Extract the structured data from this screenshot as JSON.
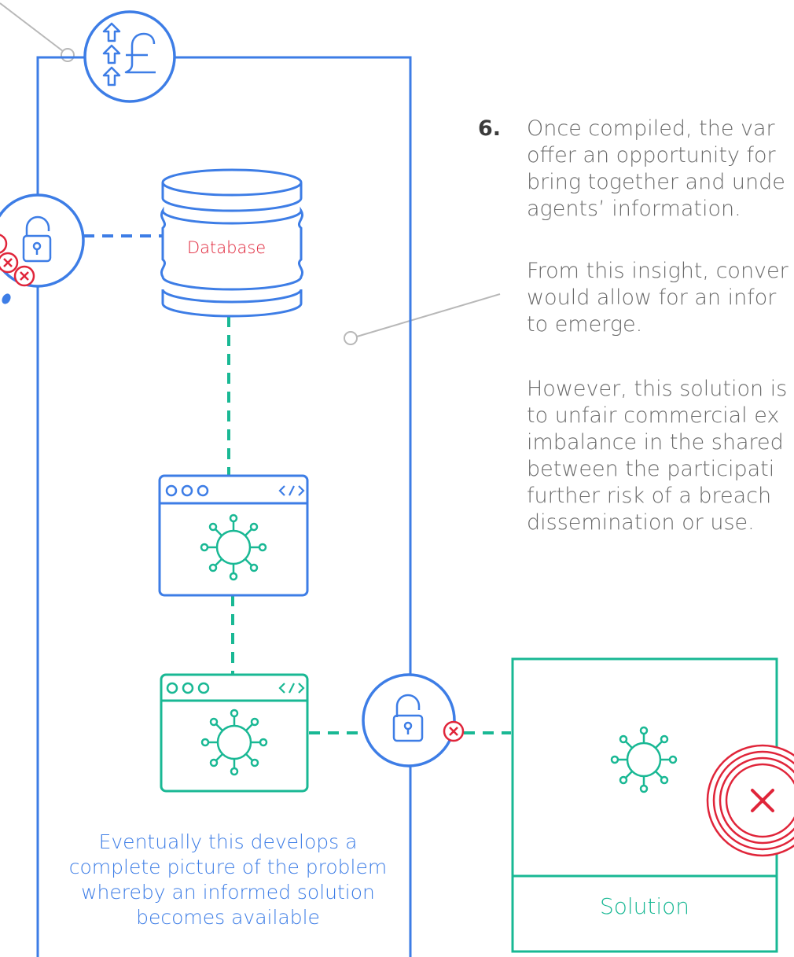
{
  "colors": {
    "blue": "#3d7de6",
    "green": "#19b894",
    "red": "#e0253a",
    "grey_line": "#b8b8b8",
    "text_grey": "#6a6a6a"
  },
  "icons": {
    "currency_badge": "pound-arrows-icon",
    "lock": "padlock-icon",
    "deny": "x-circle-icon",
    "database": "database-icon",
    "window": "browser-window-icon",
    "code": "code-brackets-icon",
    "virus": "virus-icon"
  },
  "step": {
    "number": "6.",
    "paragraph_1": [
      "Once compiled, the var",
      "offer an opportunity for",
      "bring together and unde",
      "agents’ information."
    ],
    "paragraph_2": [
      "From this insight, conver",
      "would allow for an infor",
      "to emerge."
    ],
    "paragraph_3": [
      "However, this solution is",
      "to unfair commercial ex",
      "imbalance in the shared",
      "between the participati",
      "further risk of a breach",
      "dissemination or use."
    ]
  },
  "database": {
    "label": "Database"
  },
  "caption": [
    "Eventually this develops a",
    "complete picture of the problem",
    "whereby an informed solution",
    "becomes available"
  ],
  "solution": {
    "label": "Solution"
  },
  "window_icons": {
    "dots": "○○○",
    "code": "</>"
  }
}
